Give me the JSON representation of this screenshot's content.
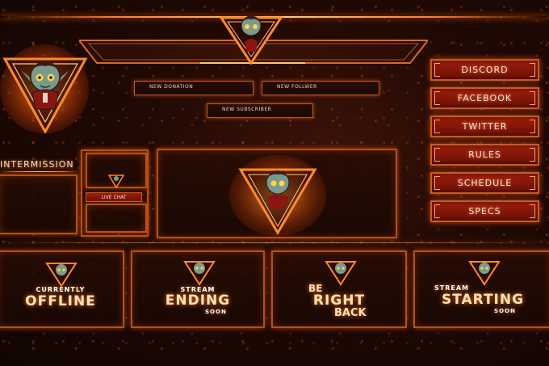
{
  "alerts": {
    "donation": "NEW DONATION",
    "follower": "NEW FOLLWER",
    "subscriber": "NEW SUBSCRIBER"
  },
  "panels": {
    "discord": "DISCORD",
    "facebook": "FACEBOOK",
    "twitter": "TWITTER",
    "rules": "RULES",
    "schedule": "SCHEDULE",
    "specs": "SPECS"
  },
  "intermission": {
    "title": "INTERMISSION",
    "live_chat": "LIVE CHAT"
  },
  "scenes": {
    "offline": {
      "top": "CURRENTLY",
      "main": "OFFLINE"
    },
    "ending": {
      "top": "STREAM",
      "main": "ENDING",
      "bottom": "SOON"
    },
    "brb": {
      "top": "BE",
      "main": "RIGHT",
      "bottom": "BACK"
    },
    "starting": {
      "top": "STREAM",
      "main": "STARTING",
      "bottom": "SOON"
    }
  },
  "colors": {
    "accent": "#ff7a1a",
    "frame": "#b5501a",
    "button": "#9e1e0e"
  },
  "icons": [
    "vampire-mascot-icon",
    "triangle-emblem-icon"
  ]
}
